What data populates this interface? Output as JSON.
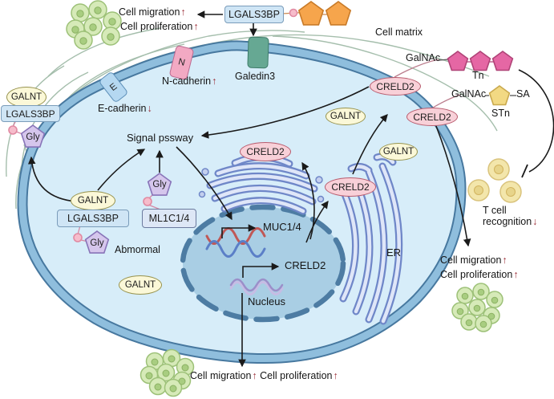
{
  "labels": {
    "lgals3bp": "LGALS3BP",
    "galnt": "GALNT",
    "creld2": "CRELD2",
    "gly": "Gly",
    "ml1c14": "ML1C1/4",
    "muc14": "MUC1/4",
    "galedin3": "Galedin3",
    "galnac": "GalNAc",
    "tn": "Tn",
    "stn": "STn",
    "sa": "SA",
    "e": "E",
    "n": "N",
    "e_cadherin": "E-cadherin",
    "n_cadherin": "N-cadherin",
    "cell_migration": "Cell migration",
    "cell_proliferation": "Cell proliferation",
    "cell_matrix": "Cell matrix",
    "signal_pssway": "Signal pssway",
    "abmormal": "Abmormal",
    "nucleus": "Nucleus",
    "er": "ER",
    "t_cell": "T cell",
    "recognition": "recognition",
    "up": "↑",
    "down": "↓"
  },
  "colors": {
    "cell_fill": "#d7edf9",
    "membrane_band": "#8fbedd",
    "membrane_edge": "#47789f",
    "nucleus_fill": "#a9cee4",
    "nucleus_border": "#4d7ca3",
    "organelle_outline": "#6f87c8",
    "creld2_fill": "#f8d0d8",
    "creld2_border": "#b85c6e",
    "galnt_fill": "#fbf8d8",
    "lgals3bp_fill": "#cfe5f5",
    "gly_fill": "#d5c6ec",
    "tn_pink": "#e567a4",
    "stn_yellow": "#f2d983",
    "orange_glycan": "#f6a54c",
    "red_arrow": "#9c2f38",
    "matrix_fiber": "#9cb8a4",
    "tumor_cell_fill": "#d6eab8",
    "t_cell_fill": "#f3e6ab"
  }
}
